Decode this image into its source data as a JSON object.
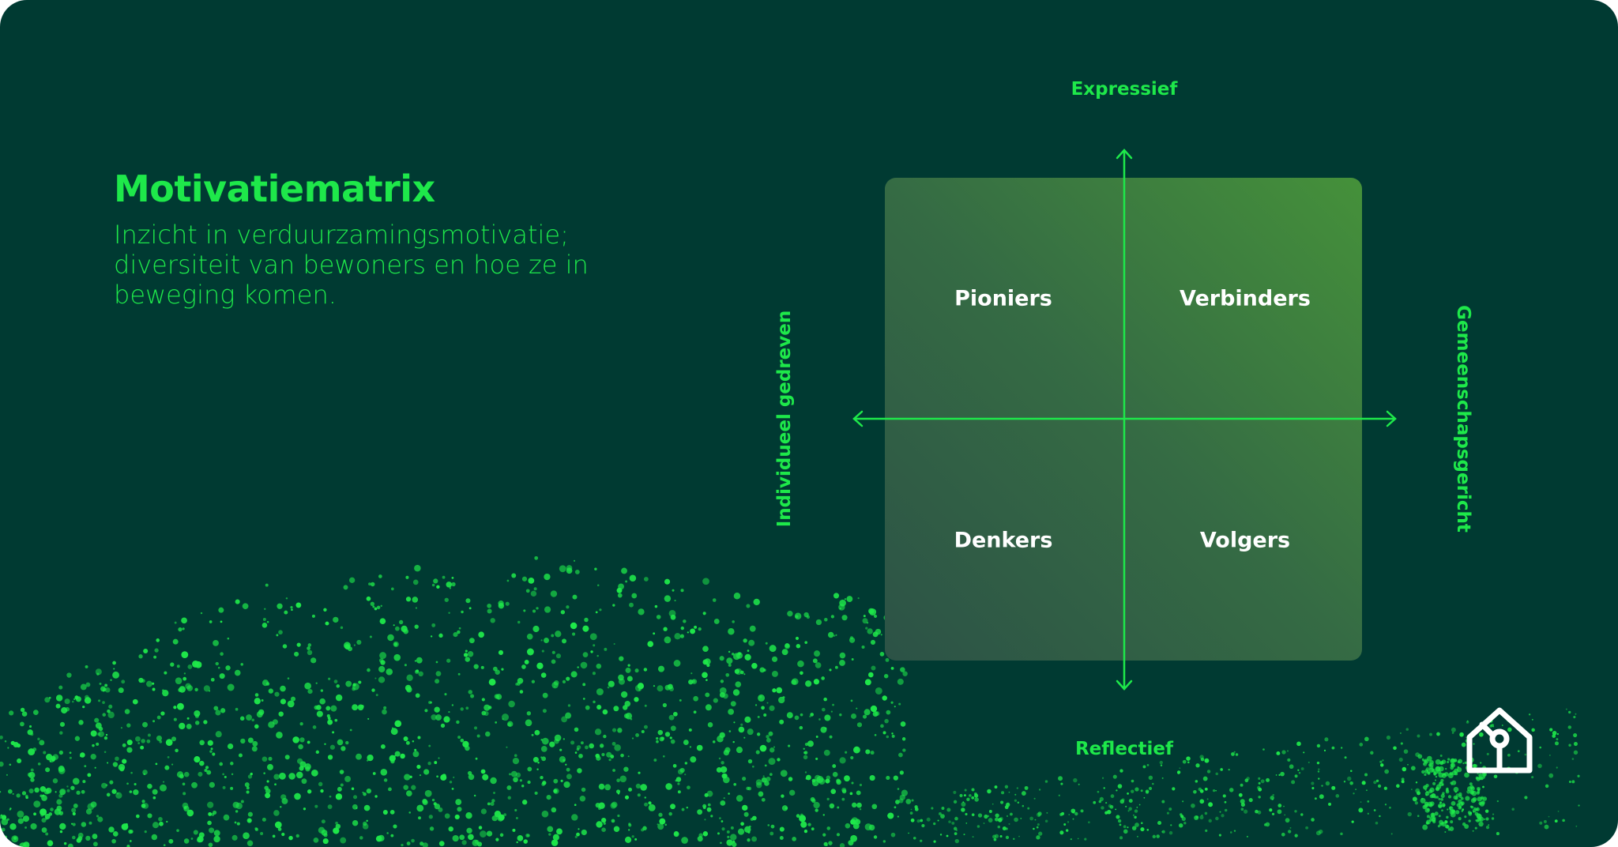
{
  "title": "Motivatiematrix",
  "subtitle": "Inzicht in verduurzamingsmotivatie; diversiteit van bewoners en hoe ze in beweging komen.",
  "matrix": {
    "axis_top": "Expressief",
    "axis_bottom": "Reflectief",
    "axis_left": "Individueel gedreven",
    "axis_right": "Gemeenschapsgericht",
    "quadrants": {
      "top_left": "Pioniers",
      "top_right": "Verbinders",
      "bottom_left": "Denkers",
      "bottom_right": "Volgers"
    }
  },
  "colors": {
    "background": "#003a32",
    "accent": "#1ee84a",
    "text": "#ffffff"
  },
  "icons": {
    "logo": "house-logo-icon"
  }
}
